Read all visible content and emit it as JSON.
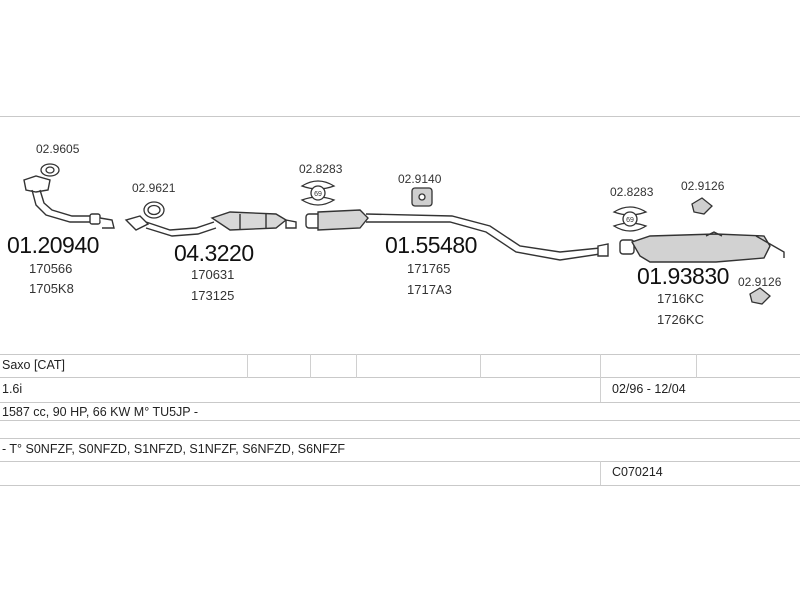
{
  "parts": [
    {
      "code": "01.20940",
      "refs": [
        "170566",
        "1705K8"
      ]
    },
    {
      "code": "04.3220",
      "refs": [
        "170631",
        "173125"
      ]
    },
    {
      "code": "01.55480",
      "refs": [
        "171765",
        "1717A3"
      ]
    },
    {
      "code": "01.93830",
      "refs": [
        "1716KC",
        "1726KC"
      ]
    }
  ],
  "accessories": [
    "02.9605",
    "02.9621",
    "02.8283",
    "02.9140",
    "02.8283",
    "02.9126",
    "02.9126"
  ],
  "clamp_badge": "69",
  "table": {
    "model": "Saxo  [CAT]",
    "engine": "1.6i",
    "dates": "02/96 - 12/04",
    "spec": "1587 cc, 90 HP, 66 KW M° TU5JP -",
    "types": "- T° S0NFZF, S0NFZD, S1NFZD, S1NFZF, S6NFZD, S6NFZF",
    "catalog": "C070214"
  }
}
